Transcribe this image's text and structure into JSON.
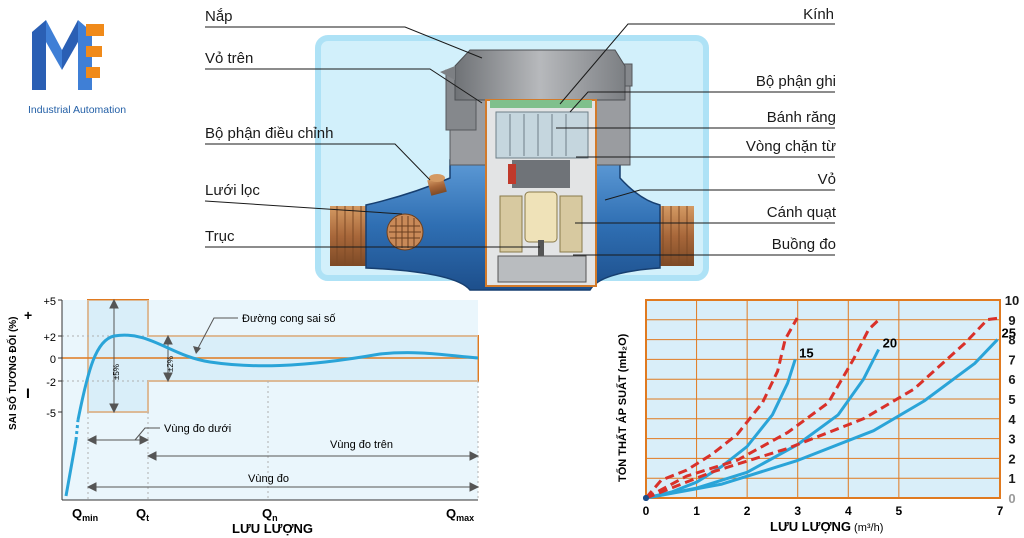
{
  "brand": {
    "text": "Industrial Automation",
    "colors": {
      "blue": "#2a5fb4",
      "orange": "#f08a1a"
    }
  },
  "meter": {
    "labels_left": [
      "Nắp",
      "Vỏ trên",
      "Bộ phận điều chỉnh",
      "Lưới lọc",
      "Trục"
    ],
    "labels_right": [
      "Kính",
      "Bộ phận ghi",
      "Bánh răng",
      "Vòng chặn từ",
      "Vỏ",
      "Cánh quạt",
      "Buồng đo"
    ],
    "colors": {
      "body": "#2f6fb3",
      "glow": "#c7ecfa",
      "cap": "#8d8f92",
      "brass": "#b5743f"
    }
  },
  "error_chart": {
    "y_axis_title": "SAI SỐ TƯƠNG ĐỐI (%)",
    "y_ticks": [
      "+5",
      "+2",
      "0",
      "-2",
      "-5"
    ],
    "plus": "+",
    "minus": "I",
    "x_title": "LƯU LƯỢNG",
    "x_ticks": [
      {
        "main": "Q",
        "sub": "min"
      },
      {
        "main": "Q",
        "sub": "t"
      },
      {
        "main": "Q",
        "sub": "n"
      },
      {
        "main": "Q",
        "sub": "max"
      }
    ],
    "curve_label": "Đường cong sai số",
    "zone_lower": "Vùng đo dưới",
    "zone_upper": "Vùng đo trên",
    "zone_all": "Vùng đo",
    "band_5": "±5%",
    "band_2": "±2%",
    "colors": {
      "fill": "#d9eef9",
      "frame": "#e07a20",
      "curve": "#2aa4d8"
    }
  },
  "chart_data": {
    "type": "line",
    "title": "",
    "xlabel": "LƯU LƯỢNG",
    "xunit": "(m³/h)",
    "ylabel": "TỔN THẤT ÁP SUẤT (mH₂O)",
    "x_ticks": [
      "0",
      "1",
      "2",
      "3",
      "4",
      "5",
      "7"
    ],
    "y_ticks": [
      "0",
      "1",
      "2",
      "3",
      "4",
      "5",
      "6",
      "7",
      "8",
      "9",
      "10"
    ],
    "xlim": [
      0,
      7
    ],
    "ylim": [
      0,
      10
    ],
    "series": [
      {
        "name": "15",
        "x": [
          0,
          0.5,
          1,
          1.5,
          2,
          2.5,
          2.8,
          2.95
        ],
        "y": [
          0,
          0.3,
          0.8,
          1.6,
          2.6,
          4.2,
          5.8,
          7.0
        ]
      },
      {
        "name": "20",
        "x": [
          0,
          1,
          2,
          3,
          3.8,
          4.3,
          4.6
        ],
        "y": [
          0,
          0.5,
          1.3,
          2.7,
          4.2,
          6.0,
          7.5
        ]
      },
      {
        "name": "25",
        "x": [
          0,
          1.5,
          3,
          4.5,
          5.5,
          6.5,
          6.95
        ],
        "y": [
          0,
          0.7,
          1.9,
          3.4,
          4.9,
          6.8,
          8.0
        ]
      }
    ],
    "grid": true,
    "colors": {
      "series": "#2aa4d8",
      "limit": "#d9312a",
      "frame": "#e07a20",
      "fill": "#d9eef9"
    }
  }
}
